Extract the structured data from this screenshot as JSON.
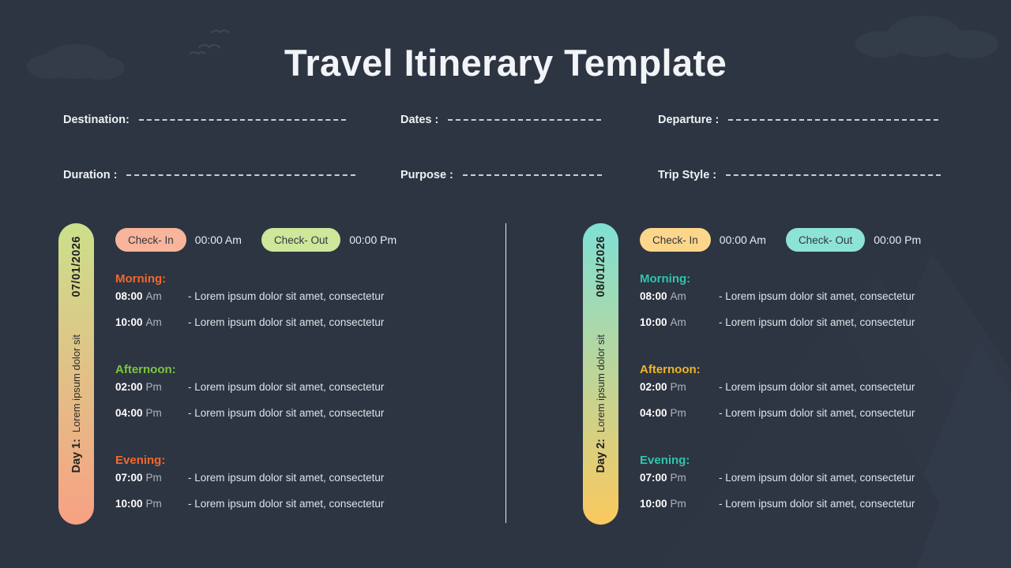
{
  "header": {
    "title": "Travel Itinerary Template"
  },
  "meta": {
    "fields": [
      {
        "label": "Destination:",
        "value": ""
      },
      {
        "label": "Dates :",
        "value": ""
      },
      {
        "label": "Departure :",
        "value": ""
      },
      {
        "label": "Duration :",
        "value": ""
      },
      {
        "label": "Purpose :",
        "value": ""
      },
      {
        "label": "Trip Style :",
        "value": ""
      }
    ]
  },
  "days": [
    {
      "tab": {
        "date": "07/01/2026",
        "description": "Lorem ipsum dolor sit",
        "label": "Day 1:",
        "gradient_from": "#cbe08a",
        "gradient_to": "#f8a183"
      },
      "checkin": {
        "label": "Check- In",
        "time": "00:00 Am",
        "chip_color": "#f9b49c"
      },
      "checkout": {
        "label": "Check- Out",
        "time": "00:00 Pm",
        "chip_color": "#cde79b"
      },
      "periods": [
        {
          "title": "Morning:",
          "color": "#f4672a",
          "entries": [
            {
              "time": "08:00",
              "ampm": "Am",
              "desc": "- Lorem ipsum dolor sit amet, consectetur"
            },
            {
              "time": "10:00",
              "ampm": "Am",
              "desc": "- Lorem ipsum dolor sit amet, consectetur"
            }
          ]
        },
        {
          "title": "Afternoon:",
          "color": "#79c73c",
          "entries": [
            {
              "time": "02:00",
              "ampm": "Pm",
              "desc": "- Lorem ipsum dolor sit amet, consectetur"
            },
            {
              "time": "04:00",
              "ampm": "Pm",
              "desc": "- Lorem ipsum dolor sit amet, consectetur"
            }
          ]
        },
        {
          "title": "Evening:",
          "color": "#f4672a",
          "entries": [
            {
              "time": "07:00",
              "ampm": "Pm",
              "desc": "- Lorem ipsum dolor sit amet, consectetur"
            },
            {
              "time": "10:00",
              "ampm": "Pm",
              "desc": "- Lorem ipsum dolor sit amet, consectetur"
            }
          ]
        }
      ]
    },
    {
      "tab": {
        "date": "08/01/2026",
        "description": "Lorem ipsum dolor sit",
        "label": "Day 2:",
        "gradient_from": "#7fe0d4",
        "gradient_to": "#fbc95e"
      },
      "checkin": {
        "label": "Check- In",
        "time": "00:00 Am",
        "chip_color": "#fcd68b"
      },
      "checkout": {
        "label": "Check- Out",
        "time": "00:00 Pm",
        "chip_color": "#8de3d4"
      },
      "periods": [
        {
          "title": "Morning:",
          "color": "#2fc4ab",
          "entries": [
            {
              "time": "08:00",
              "ampm": "Am",
              "desc": "- Lorem ipsum dolor sit amet, consectetur"
            },
            {
              "time": "10:00",
              "ampm": "Am",
              "desc": "- Lorem ipsum dolor sit amet, consectetur"
            }
          ]
        },
        {
          "title": "Afternoon:",
          "color": "#f0b429",
          "entries": [
            {
              "time": "02:00",
              "ampm": "Pm",
              "desc": "- Lorem ipsum dolor sit amet, consectetur"
            },
            {
              "time": "04:00",
              "ampm": "Pm",
              "desc": "- Lorem ipsum dolor sit amet, consectetur"
            }
          ]
        },
        {
          "title": "Evening:",
          "color": "#2fc4ab",
          "entries": [
            {
              "time": "07:00",
              "ampm": "Pm",
              "desc": "- Lorem ipsum dolor sit amet, consectetur"
            },
            {
              "time": "10:00",
              "ampm": "Pm",
              "desc": "- Lorem ipsum dolor sit amet, consectetur"
            }
          ]
        }
      ]
    }
  ],
  "theme": {
    "background": "#2d3542",
    "divider_color": "#e8eaee",
    "title_color": "#f2f4f7",
    "rule_color": "#c9ced8"
  },
  "decor": {
    "cloud_left": "cloud-icon",
    "cloud_right": "cloud-icon",
    "birds": "birds-icon",
    "mountains": "mountain-silhouette-icon"
  }
}
